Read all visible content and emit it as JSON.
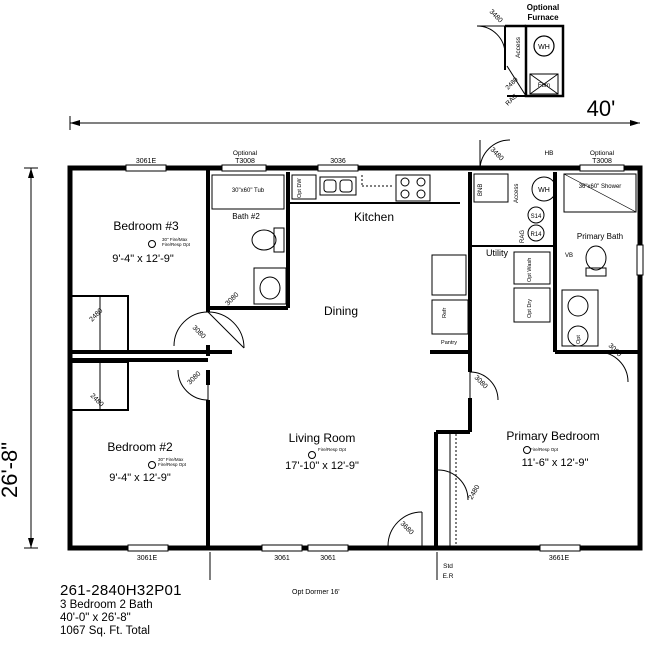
{
  "dimensions": {
    "width": "40'",
    "depth": "26'-8\""
  },
  "rooms": {
    "bedroom3": {
      "name": "Bedroom #3",
      "size": "9'-4\" x 12'-9\"",
      "note1": "30\" Fire/Max",
      "note2": "Fire/Resp Opt"
    },
    "bedroom2": {
      "name": "Bedroom #2",
      "size": "9'-4\" x 12'-9\"",
      "note1": "30\" Fire/Max",
      "note2": "Fire/Resp Opt"
    },
    "bath2": {
      "name": "Bath #2"
    },
    "kitchen": {
      "name": "Kitchen"
    },
    "dining": {
      "name": "Dining"
    },
    "utility": {
      "name": "Utility"
    },
    "primary_bath": {
      "name": "Primary Bath"
    },
    "living": {
      "name": "Living Room",
      "size": "17'-10\" x 12'-9\"",
      "note": "Fire/Resp Opt"
    },
    "primary_bedroom": {
      "name": "Primary Bedroom",
      "size": "11'-6\" x 12'-9\"",
      "note": "Fire/Resp Opt"
    }
  },
  "labels": {
    "optional_furnace_1": "Optional",
    "optional_furnace_2": "Furnace",
    "door_3480_top": "3480",
    "access_top": "Access",
    "wh_top": "WH",
    "furn": "Furn",
    "rag": "RAG",
    "door_2480_top": "2480",
    "win_3061e_top": "3061E",
    "optional_left": "Optional",
    "t3008_left": "T3008",
    "win_3036": "3036",
    "door_3480": "3480",
    "hb": "HB",
    "optional_right": "Optional",
    "t3008_right": "T3008",
    "tub": "30\"x60\" Tub",
    "opt_dw": "Opt DW",
    "access": "Access",
    "wh": "WH",
    "shower": "36\"x60\" Shower",
    "rag_side": "RAG",
    "r14": "R14",
    "s14": "S14",
    "opt_washer": "Opt Wash",
    "opt_dryer": "Opt Dry",
    "refr": "Refr",
    "pantry": "Pantry",
    "vb": "VB",
    "door_3080_bath2": "3080",
    "door_3080_bed3": "3080",
    "door_3080_bed2": "3080",
    "door_3080_primary": "3080",
    "door_3080_pbath": "3080",
    "closet_2480_a": "2480",
    "closet_2480_b": "2480",
    "closet_2480_c": "2480",
    "door_3680": "3680",
    "win_3061e_bed2": "3061E",
    "win_3061_a": "3061",
    "win_3061_b": "3061",
    "win_3661e": "3661E",
    "std": "Std",
    "er": "E.R",
    "opt_dormer": "Opt Dormer 16'",
    "bnb": "BNB",
    "opt": "Opt"
  },
  "caption": {
    "code": "261-2840H32P01",
    "beds_baths": "3 Bedroom 2 Bath",
    "size": "40'-0\" x 26'-8\"",
    "area": "1067 Sq. Ft. Total"
  }
}
